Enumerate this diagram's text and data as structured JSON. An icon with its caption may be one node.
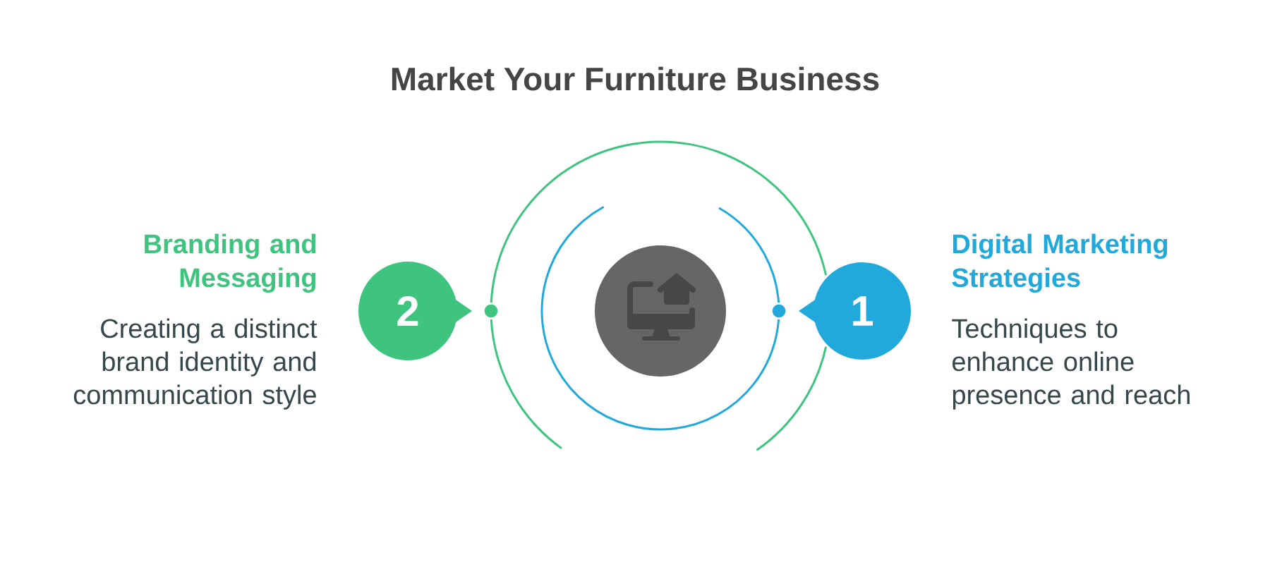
{
  "diagram": {
    "title": "Market Your Furniture Business",
    "nodes": [
      {
        "text": [
          "2"
        ],
        "beside": [
          "Branding and Messaging",
          "Creating a distinct brand identity and communication style"
        ]
      },
      {
        "text": [],
        "shape": "circle"
      },
      {
        "text": [
          "1"
        ],
        "beside": [
          "Digital Marketing Strategies",
          "Techniques to enhance online presence and reach"
        ]
      }
    ]
  }
}
